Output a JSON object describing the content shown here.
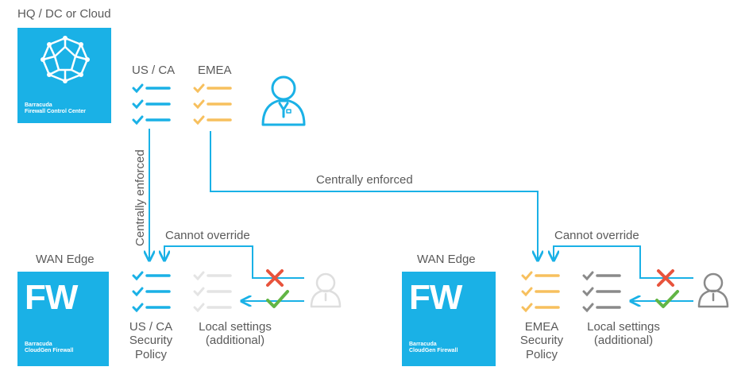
{
  "hq": {
    "title": "HQ / DC or Cloud",
    "logo_line1": "Barracuda",
    "logo_line2": "Firewall Control Center",
    "logo_icon": "network-globe-icon"
  },
  "policies": {
    "us_ca": "US / CA",
    "emea": "EMEA"
  },
  "admin_icon": "admin-user-icon",
  "connectors": {
    "vertical_label": "Centrally enforced",
    "horizontal_label": "Centrally enforced"
  },
  "edge_left": {
    "title": "WAN Edge",
    "fw": "FW",
    "logo_line1": "Barracuda",
    "logo_line2": "CloudGen Firewall",
    "cannot_override": "Cannot override",
    "policy_line1": "US / CA",
    "policy_line2": "Security",
    "policy_line3": "Policy",
    "local_line1": "Local settings",
    "local_line2": "(additional)"
  },
  "edge_right": {
    "title": "WAN Edge",
    "fw": "FW",
    "logo_line1": "Barracuda",
    "logo_line2": "CloudGen Firewall",
    "cannot_override": "Cannot override",
    "policy_line1": "EMEA",
    "policy_line2": "Security",
    "policy_line3": "Policy",
    "local_line1": "Local settings",
    "local_line2": "(additional)"
  },
  "colors": {
    "blue": "#1ab1e6",
    "orange": "#f7c05e",
    "light_gray": "#e4e4e4",
    "dark_gray": "#8a8a8a",
    "red": "#e8533c",
    "green": "#62b545"
  }
}
